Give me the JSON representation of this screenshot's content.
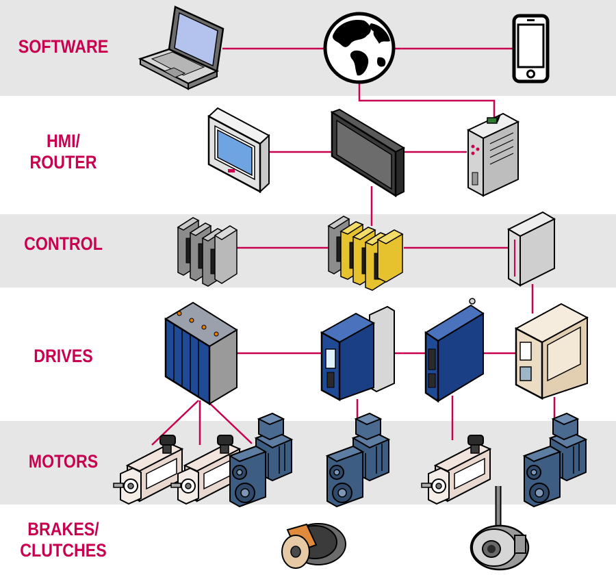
{
  "rows": [
    {
      "id": "software",
      "label": "SOFTWARE",
      "shaded": true
    },
    {
      "id": "hmi-router",
      "label": "HMI/\nROUTER",
      "shaded": false
    },
    {
      "id": "control",
      "label": "CONTROL",
      "shaded": true
    },
    {
      "id": "drives",
      "label": "DRIVES",
      "shaded": false
    },
    {
      "id": "motors",
      "label": "MOTORS",
      "shaded": true
    },
    {
      "id": "brakes-clutches",
      "label": "BRAKES/\nCLUTCHES",
      "shaded": false
    }
  ],
  "colors": {
    "band": "#e6e6e6",
    "accent": "#c8004f",
    "link": "#c8004f",
    "drive_blue": "#1f4a96",
    "controller_gray": "#b9b9b9",
    "controller_yellow": "#e6c22e",
    "motor_blue": "#3e5d82",
    "servo_motor": "#e8d8cf",
    "drive_beige": "#ecdcc4"
  },
  "icons": [
    "laptop-icon",
    "globe-icon",
    "smartphone-icon",
    "hmi-panel-icon",
    "touch-panel-icon",
    "router-icon",
    "plc-gray-icon",
    "plc-yellow-icon",
    "controller-box-icon",
    "multi-axis-drive-icon",
    "servo-drive-icon",
    "compact-drive-icon",
    "beige-drive-icon",
    "servo-motor-icon",
    "gear-motor-icon",
    "clutch-icon",
    "brake-icon"
  ]
}
